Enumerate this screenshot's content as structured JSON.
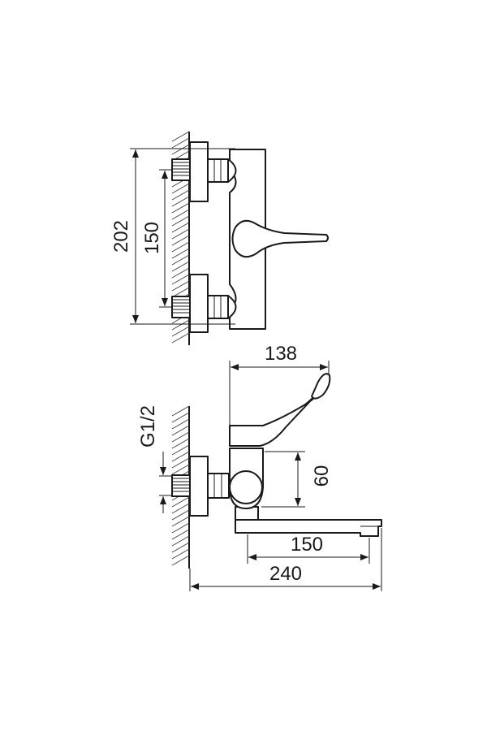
{
  "dimensions": {
    "total_height": "202",
    "inlet_spacing": "150",
    "lever_reach": "138",
    "thread": "G1/2",
    "body_height": "60",
    "spout_reach": "150",
    "total_length": "240"
  },
  "colors": {
    "line": "#1a1a1a",
    "background": "#ffffff"
  }
}
